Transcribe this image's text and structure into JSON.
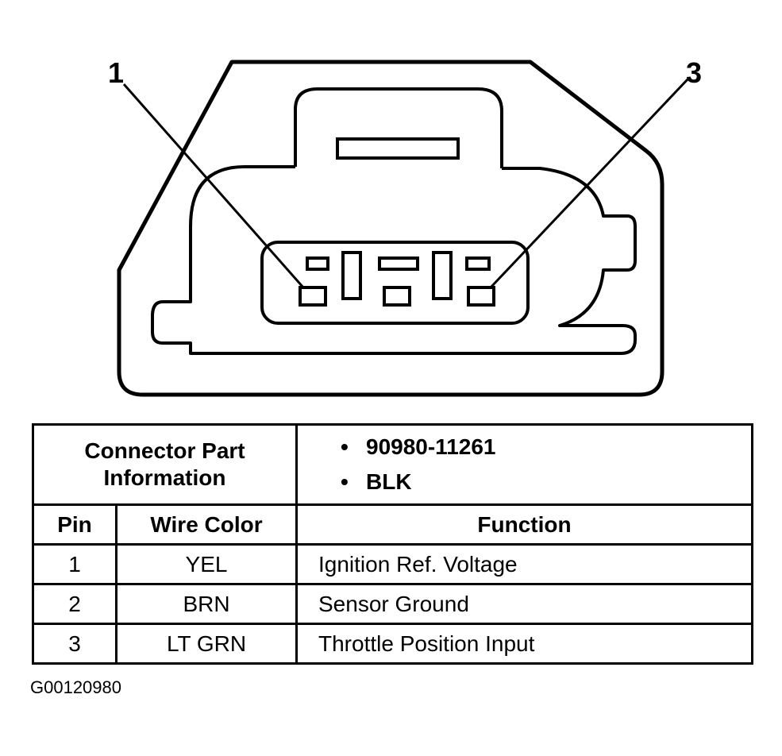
{
  "diagram": {
    "pin_callouts": [
      "1",
      "3"
    ]
  },
  "table": {
    "part_info_label_line1": "Connector Part",
    "part_info_label_line2": "Information",
    "part_info_bullet": "•",
    "part_info_items": [
      "90980-11261",
      "BLK"
    ],
    "headers": {
      "pin": "Pin",
      "wire_color": "Wire Color",
      "function": "Function"
    },
    "rows": [
      {
        "pin": "1",
        "wire_color": "YEL",
        "function": "Ignition Ref. Voltage"
      },
      {
        "pin": "2",
        "wire_color": "BRN",
        "function": "Sensor Ground"
      },
      {
        "pin": "3",
        "wire_color": "LT GRN",
        "function": "Throttle Position Input"
      }
    ]
  },
  "footer": {
    "figure_code": "G00120980"
  }
}
